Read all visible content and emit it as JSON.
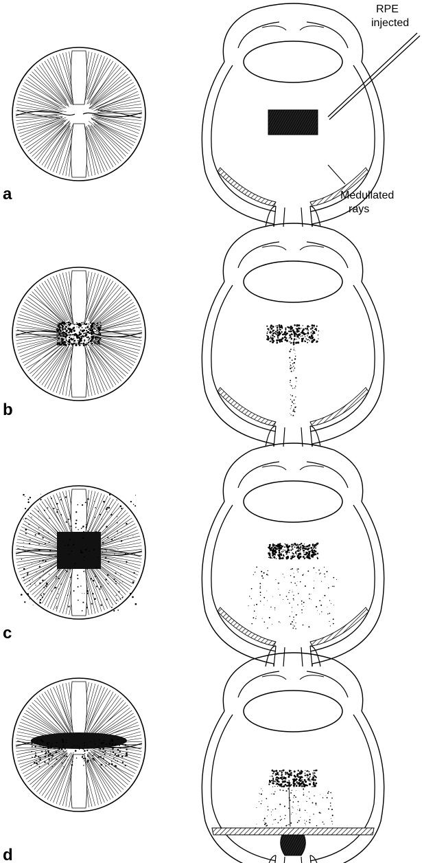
{
  "figure": {
    "panels": [
      {
        "id": "a",
        "label": "a",
        "fundus_lesion": "none",
        "vitreous": "rpe-injected-block",
        "retina": "normal"
      },
      {
        "id": "b",
        "label": "b",
        "fundus_lesion": "central-patch",
        "vitreous": "mushroom-stalk",
        "retina": "normal"
      },
      {
        "id": "c",
        "label": "c",
        "fundus_lesion": "large-patch-with-rays",
        "vitreous": "cone-spread",
        "retina": "normal"
      },
      {
        "id": "d",
        "label": "d",
        "fundus_lesion": "horizontal-band",
        "vitreous": "cone-with-detachment",
        "retina": "detached"
      }
    ],
    "annotations": {
      "rpe_line1": "RPE",
      "rpe_line2": "injected",
      "medullated_line1": "Medullated",
      "medullated_line2": "rays"
    }
  }
}
